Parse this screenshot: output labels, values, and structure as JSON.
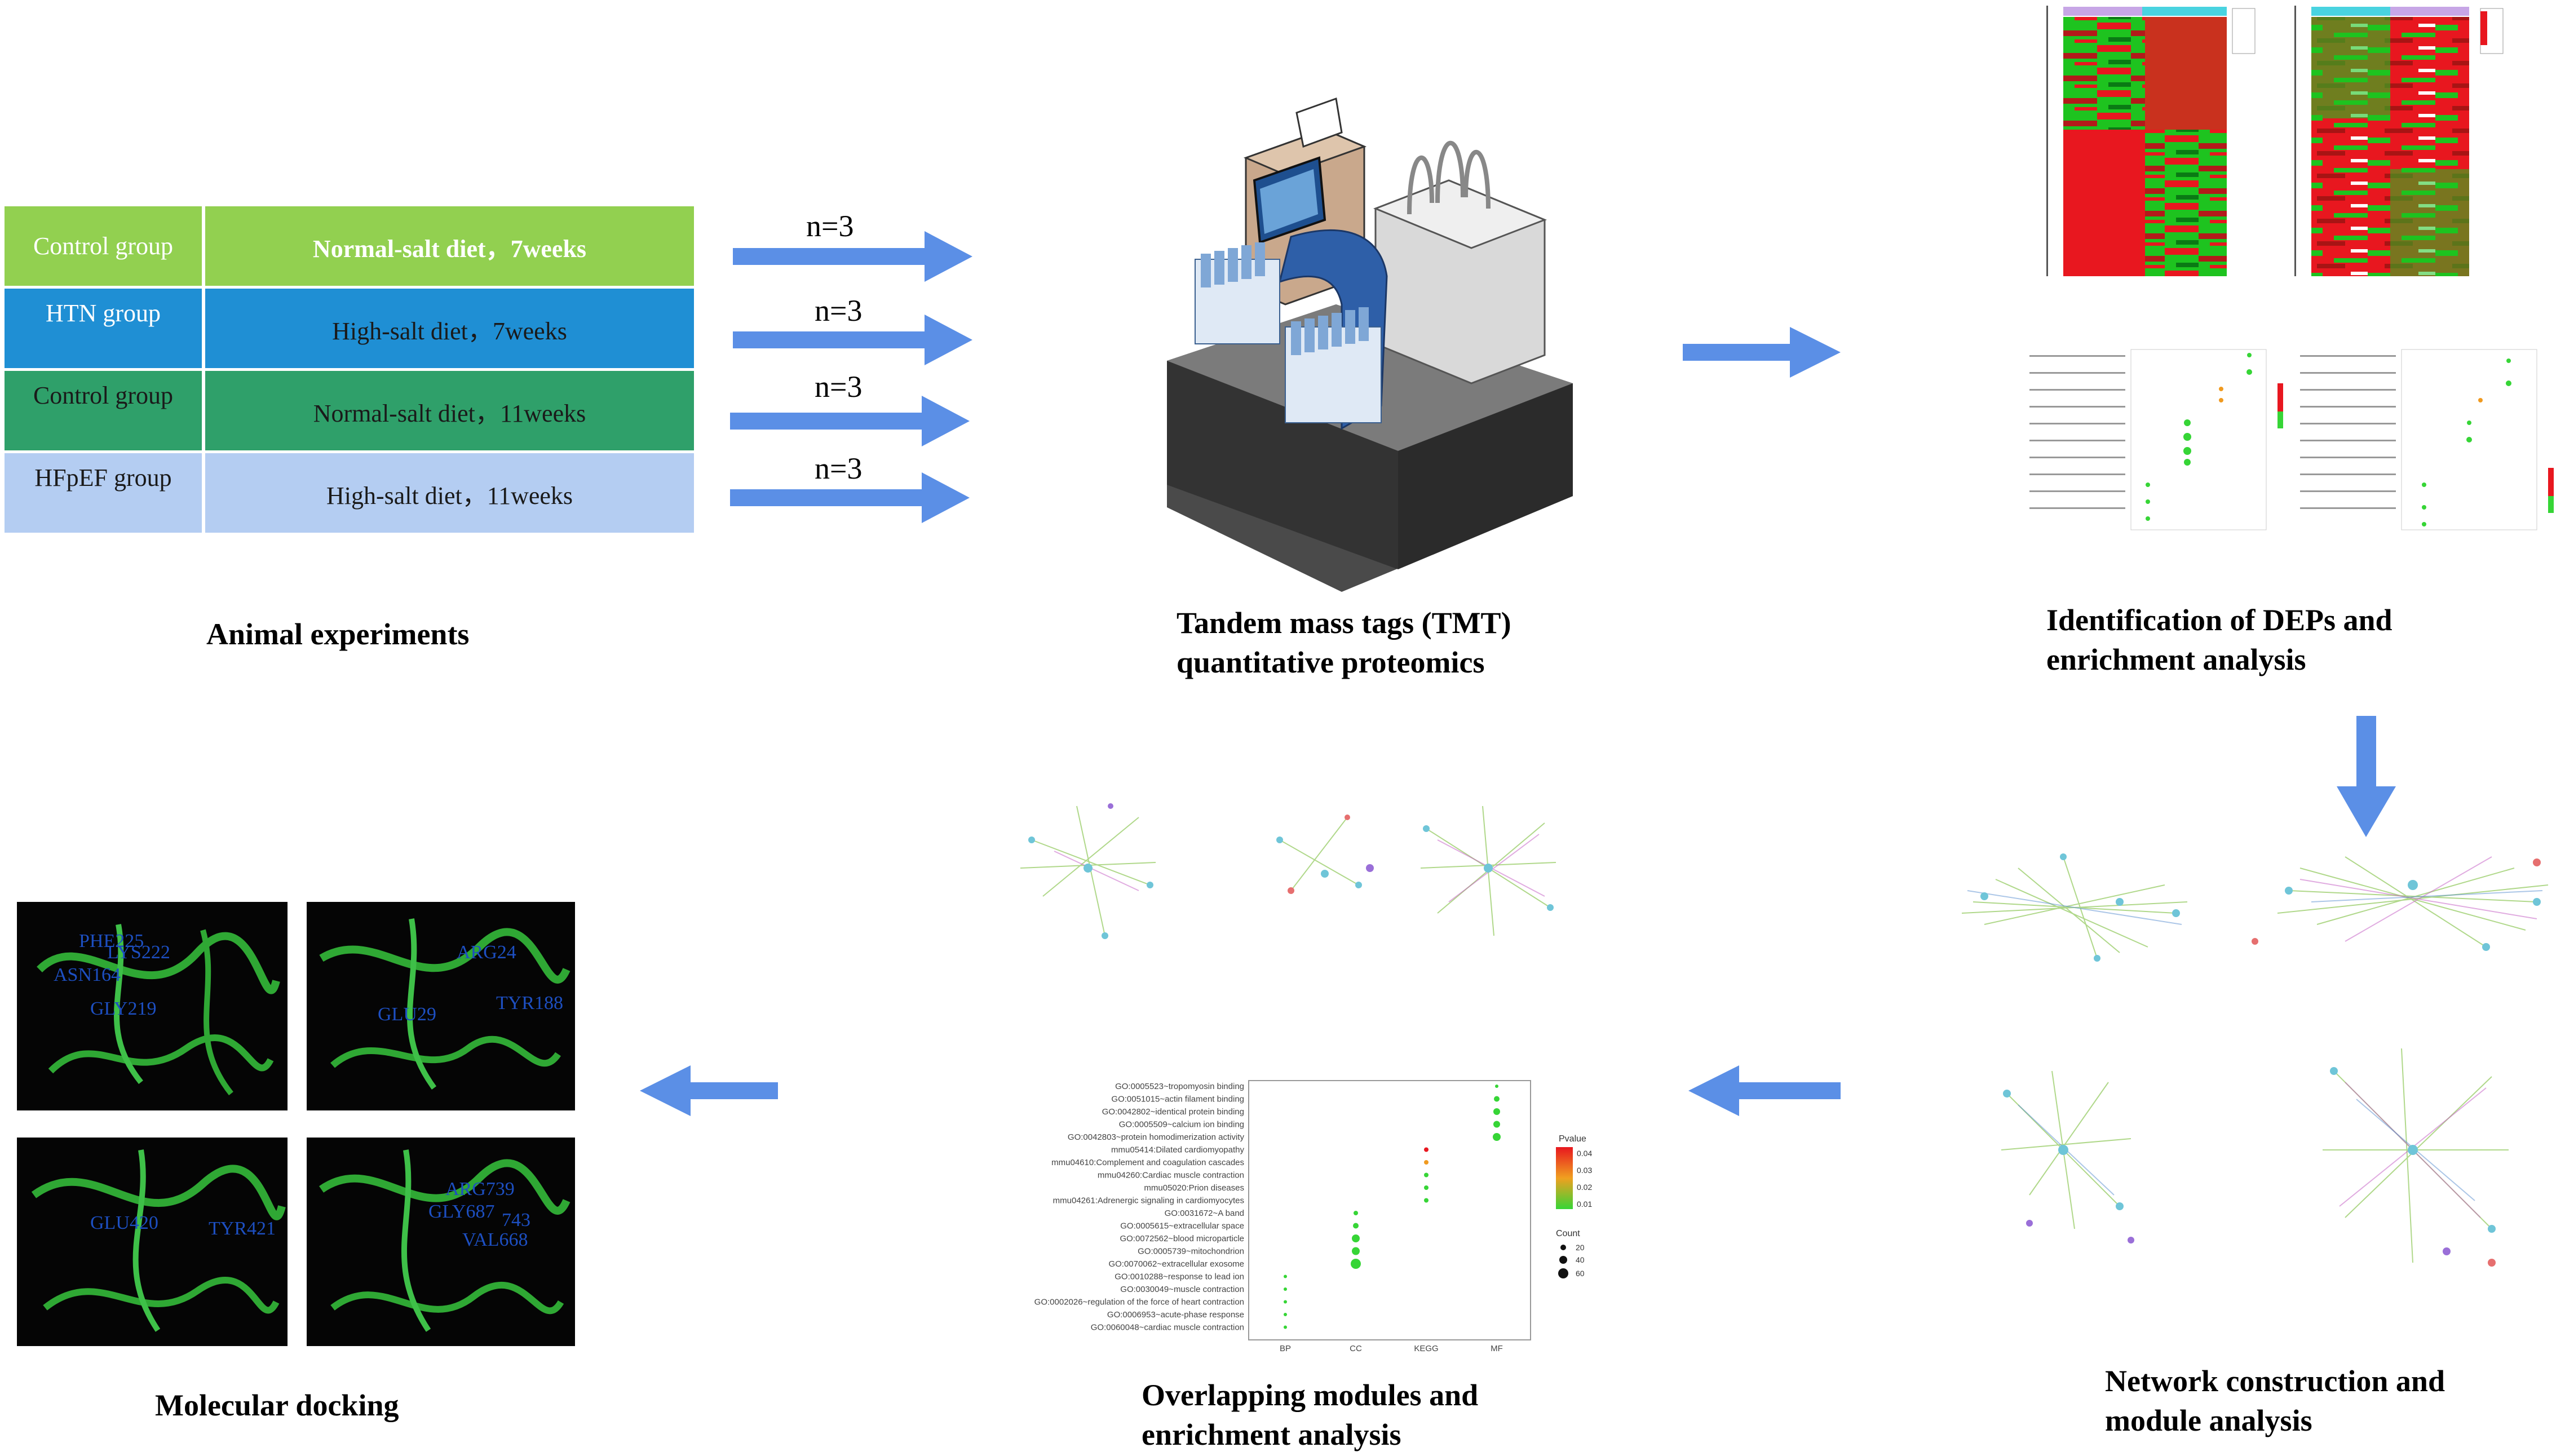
{
  "colors": {
    "arrow": "#5b8fe6",
    "normal_salt_7": "#92d050",
    "high_salt_7": "#1f8fd4",
    "normal_salt_11": "#2fa06a",
    "high_salt_11": "#b4cdf2",
    "heatmap_red": "#e8171f",
    "heatmap_green": "#1ec31f",
    "dock_ribbon": "#2fa834",
    "dock_label": "#1d4fc1"
  },
  "groups": [
    {
      "name": "Control group",
      "condition": "Normal-salt diet，7weeks",
      "bold": true
    },
    {
      "name": "HTN group",
      "condition": "High-salt diet，7weeks",
      "bold": false
    },
    {
      "name": "Control group",
      "condition": "Normal-salt diet，11weeks",
      "bold": false
    },
    {
      "name": "HFpEF group",
      "condition": "High-salt diet，11weeks",
      "bold": false
    }
  ],
  "n_labels": [
    "n=3",
    "n=3",
    "n=3",
    "n=3"
  ],
  "captions": {
    "animal": "Animal experiments",
    "tmt_line1": "Tandem mass tags (TMT)",
    "tmt_line2": "quantitative proteomics",
    "deps_line1": "Identification of DEPs and",
    "deps_line2": "enrichment analysis",
    "network_line1": "Network construction and",
    "network_line2": "module analysis",
    "overlap_line1": "Overlapping modules and",
    "overlap_line2": "enrichment analysis",
    "docking": "Molecular docking"
  },
  "docking_labels": {
    "panel1": [
      "ASN164",
      "GLY219",
      "LYS222",
      "PHE225"
    ],
    "panel2": [
      "ARG24",
      "TYR188",
      "GLU29"
    ],
    "panel3": [
      "TYR421",
      "GLU420"
    ],
    "panel4": [
      "ARG739",
      "GLY687",
      "VAL668",
      "743"
    ]
  },
  "enrichment_plot": {
    "terms": [
      "GO:0005523~tropomyosin binding",
      "GO:0051015~actin filament binding",
      "GO:0042802~identical protein binding",
      "GO:0005509~calcium ion binding",
      "GO:0042803~protein homodimerization activity",
      "mmu05414:Dilated cardiomyopathy",
      "mmu04610:Complement and coagulation cascades",
      "mmu04260:Cardiac muscle contraction",
      "mmu05020:Prion diseases",
      "mmu04261:Adrenergic signaling in cardiomyocytes",
      "GO:0031672~A band",
      "GO:0005615~extracellular space",
      "GO:0072562~blood microparticle",
      "GO:0005739~mitochondrion",
      "GO:0070062~extracellular exosome",
      "GO:0010288~response to lead ion",
      "GO:0030049~muscle contraction",
      "GO:0002026~regulation of the force of heart contraction",
      "GO:0006953~acute-phase response",
      "GO:0060048~cardiac muscle contraction"
    ],
    "x_categories": [
      "BP",
      "CC",
      "KEGG",
      "MF"
    ],
    "legend_pvalue_title": "Pvalue",
    "legend_pvalue_ticks": [
      "0.04",
      "0.03",
      "0.02",
      "0.01"
    ],
    "legend_count_title": "Count",
    "legend_count_ticks": [
      "20",
      "40",
      "60"
    ]
  }
}
